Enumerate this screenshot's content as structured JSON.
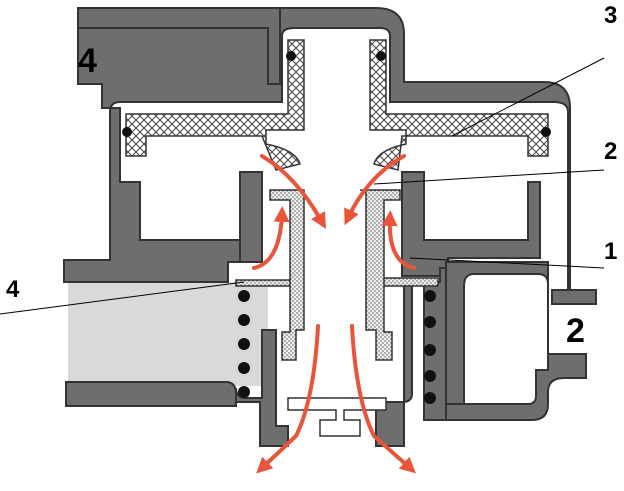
{
  "labels": {
    "top_left": "4",
    "top_right": "3",
    "right_upper": "2",
    "right_middle": "1",
    "left_middle": "4",
    "right_lower": "2"
  },
  "colors": {
    "body": "#6e6e6e",
    "outline": "#333333",
    "chamber_fill": "#d9d9d9",
    "flow_arrow": "#e8553b",
    "spring_dot": "#111111",
    "hatch": "#444444",
    "stipple_bg": "#ececec"
  }
}
